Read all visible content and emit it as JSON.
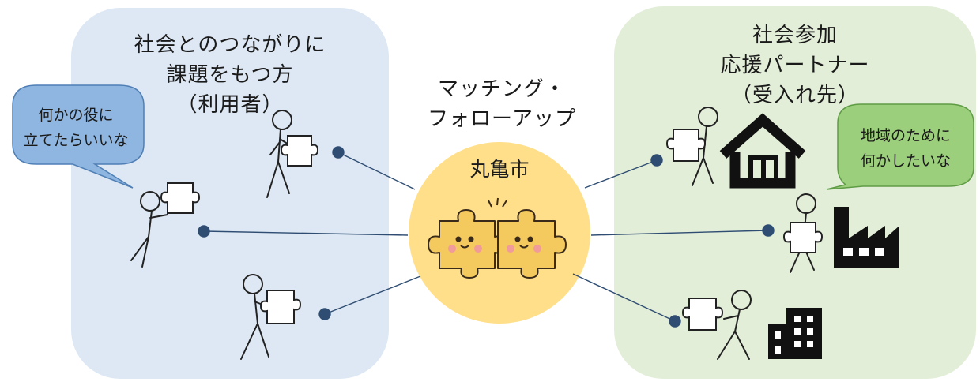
{
  "left_panel": {
    "title": "社会とのつながりに\n課題をもつ方\n（利用者）",
    "color": "#dde8f4"
  },
  "right_panel": {
    "title": "社会参加\n応援パートナー\n（受入れ先）",
    "color": "#e3eed9"
  },
  "center": {
    "heading": "マッチング・\nフォローアップ",
    "label": "丸亀市",
    "color": "#ffdf8a"
  },
  "bubbles": {
    "left": {
      "text": "何かの役に\n立てたらいいな",
      "color": "#8fb6e0"
    },
    "right": {
      "text": "地域のために\n何かしたいな",
      "color": "#9ccf7c"
    }
  },
  "icons": [
    "puzzle-character-pair",
    "stick-figure-with-puzzle",
    "barn-icon",
    "factory-icon",
    "office-building-icon"
  ],
  "line_color": "#2f4d72"
}
